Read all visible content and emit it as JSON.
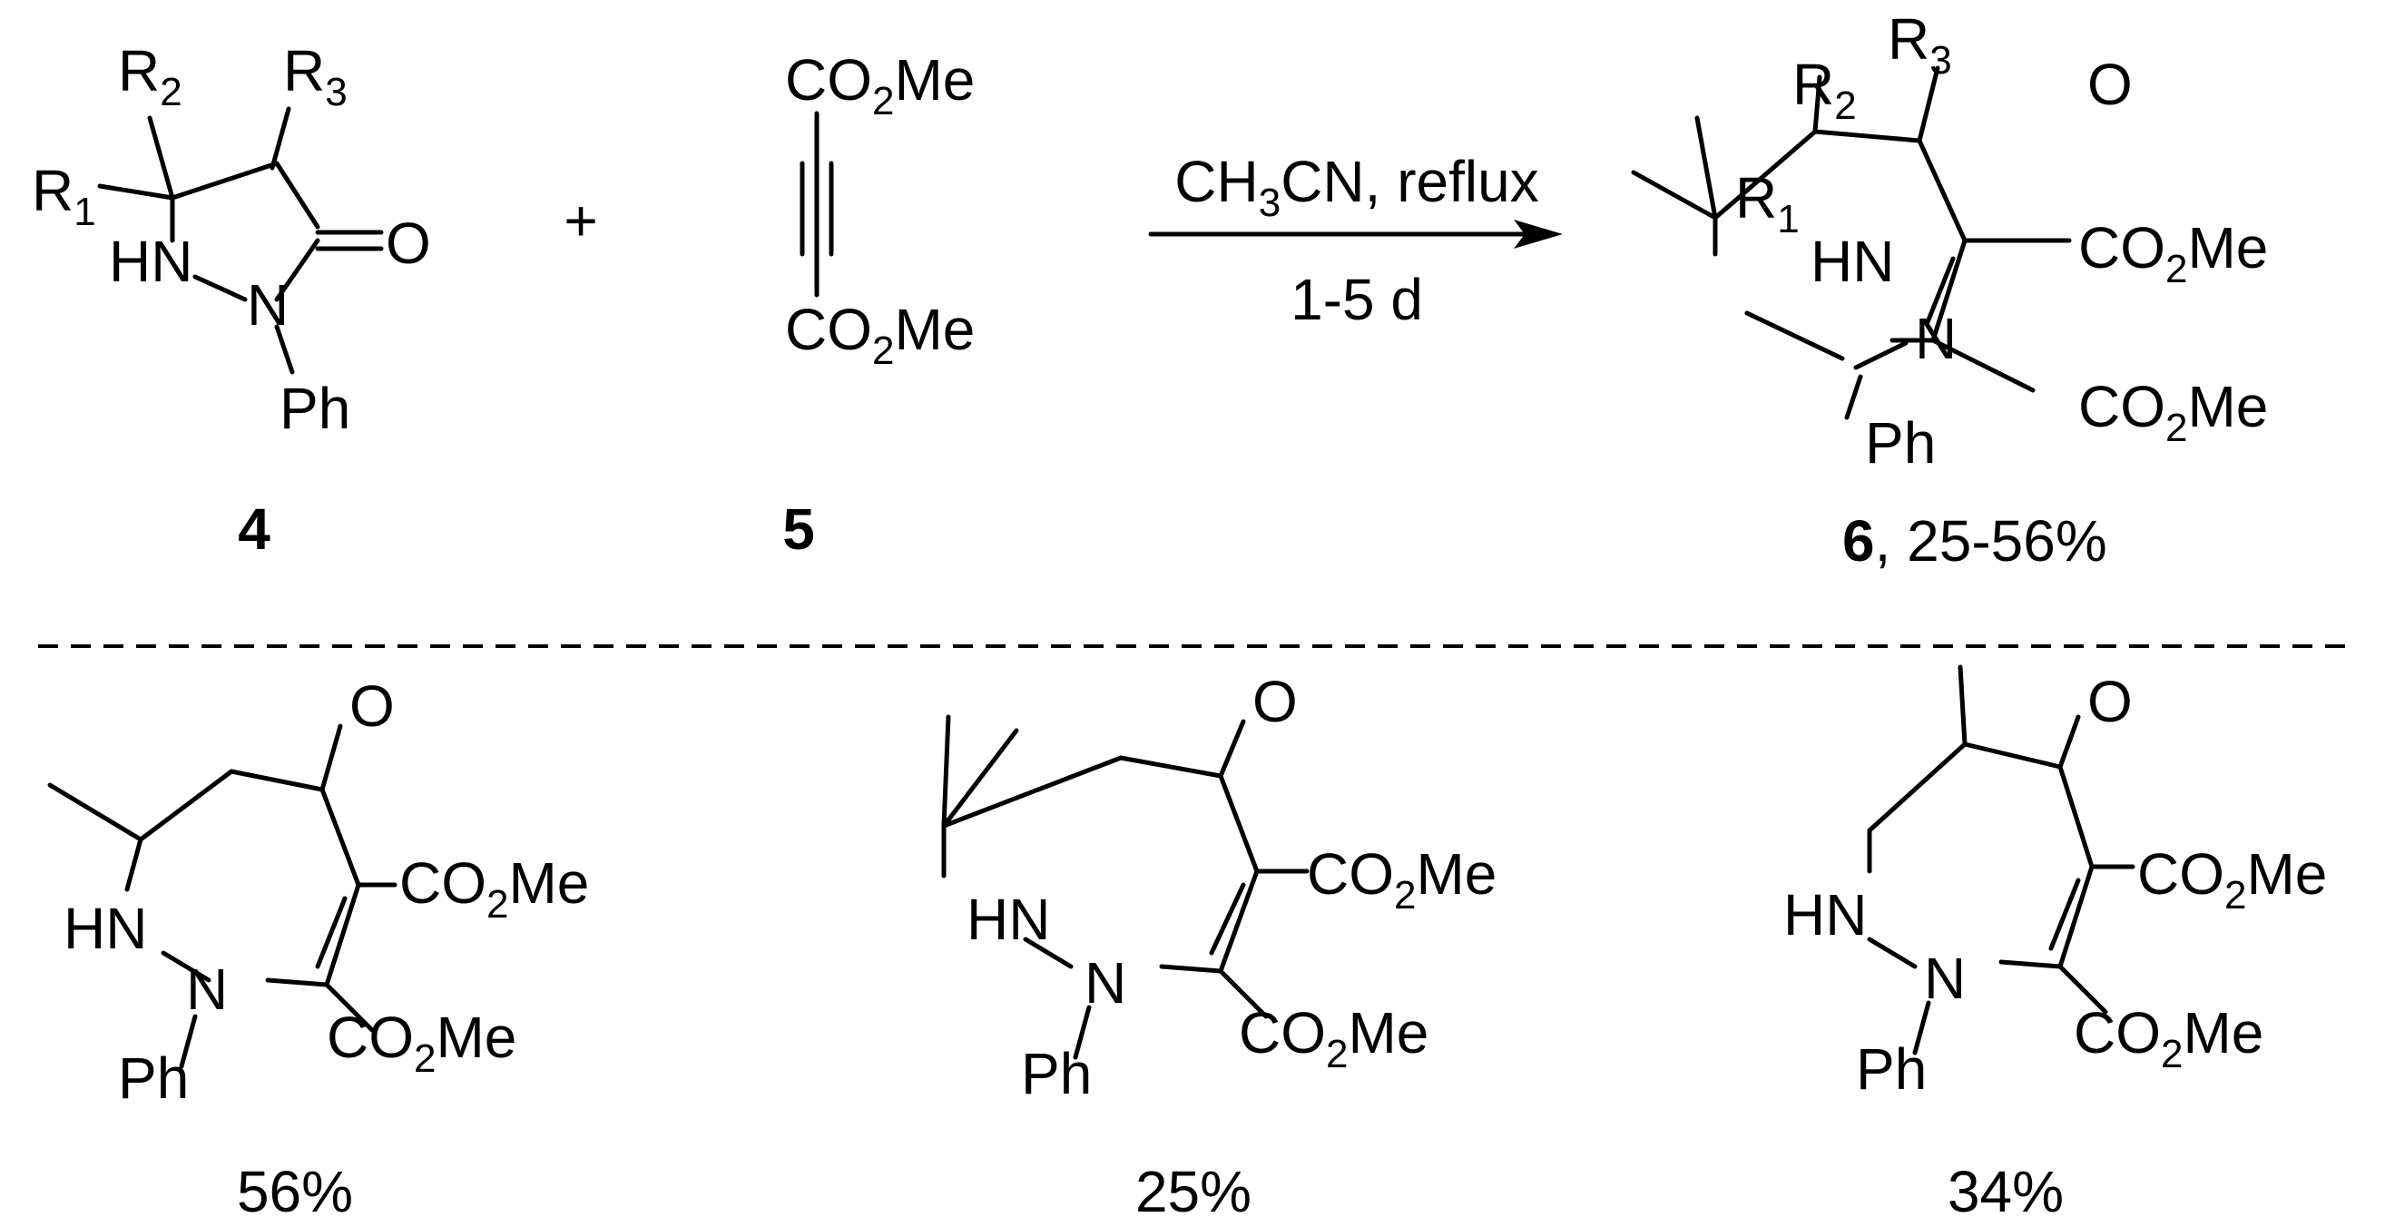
{
  "compounds": {
    "c4": {
      "label": "4"
    },
    "c5": {
      "label": "5"
    },
    "c6": {
      "label": "6",
      "yield_text": ", 25-56%"
    }
  },
  "atoms": {
    "R": "R",
    "sub1": "1",
    "sub2": "2",
    "sub3": "3",
    "HN": "HN",
    "N": "N",
    "O": "O",
    "Ph": "Ph",
    "CO": "CO",
    "sub_2": "2",
    "Me": "Me"
  },
  "plus": "+",
  "conditions": {
    "above_left": "CH",
    "above_sub": "3",
    "above_right": "CN, reflux",
    "below": "1-5 d"
  },
  "examples": [
    {
      "yield": "56%"
    },
    {
      "yield": "25%"
    },
    {
      "yield": "34%"
    }
  ],
  "colors": {
    "ink": "#000000",
    "background": "#ffffff"
  }
}
